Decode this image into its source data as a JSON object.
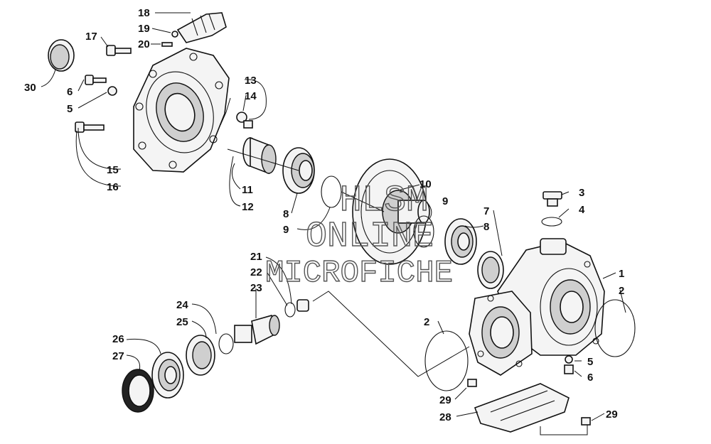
{
  "callouts": {
    "c1": "1",
    "c2a": "2",
    "c2b": "2",
    "c3": "3",
    "c4": "4",
    "c5a": "5",
    "c5b": "5",
    "c6a": "6",
    "c6b": "6",
    "c7": "7",
    "c8a": "8",
    "c8b": "8",
    "c9a": "9",
    "c9b": "9",
    "c10": "10",
    "c11": "11",
    "c12": "12",
    "c13": "13",
    "c14": "14",
    "c15": "15",
    "c16": "16",
    "c17": "17",
    "c18": "18",
    "c19": "19",
    "c20": "20",
    "c21": "21",
    "c22": "22",
    "c23": "23",
    "c24": "24",
    "c25": "25",
    "c26": "26",
    "c27": "27",
    "c28": "28",
    "c29a": "29",
    "c29b": "29",
    "c30": "30"
  },
  "watermark": {
    "line1": "HLSM",
    "line2": "ONLINE",
    "line3": "MICROFICHE"
  }
}
